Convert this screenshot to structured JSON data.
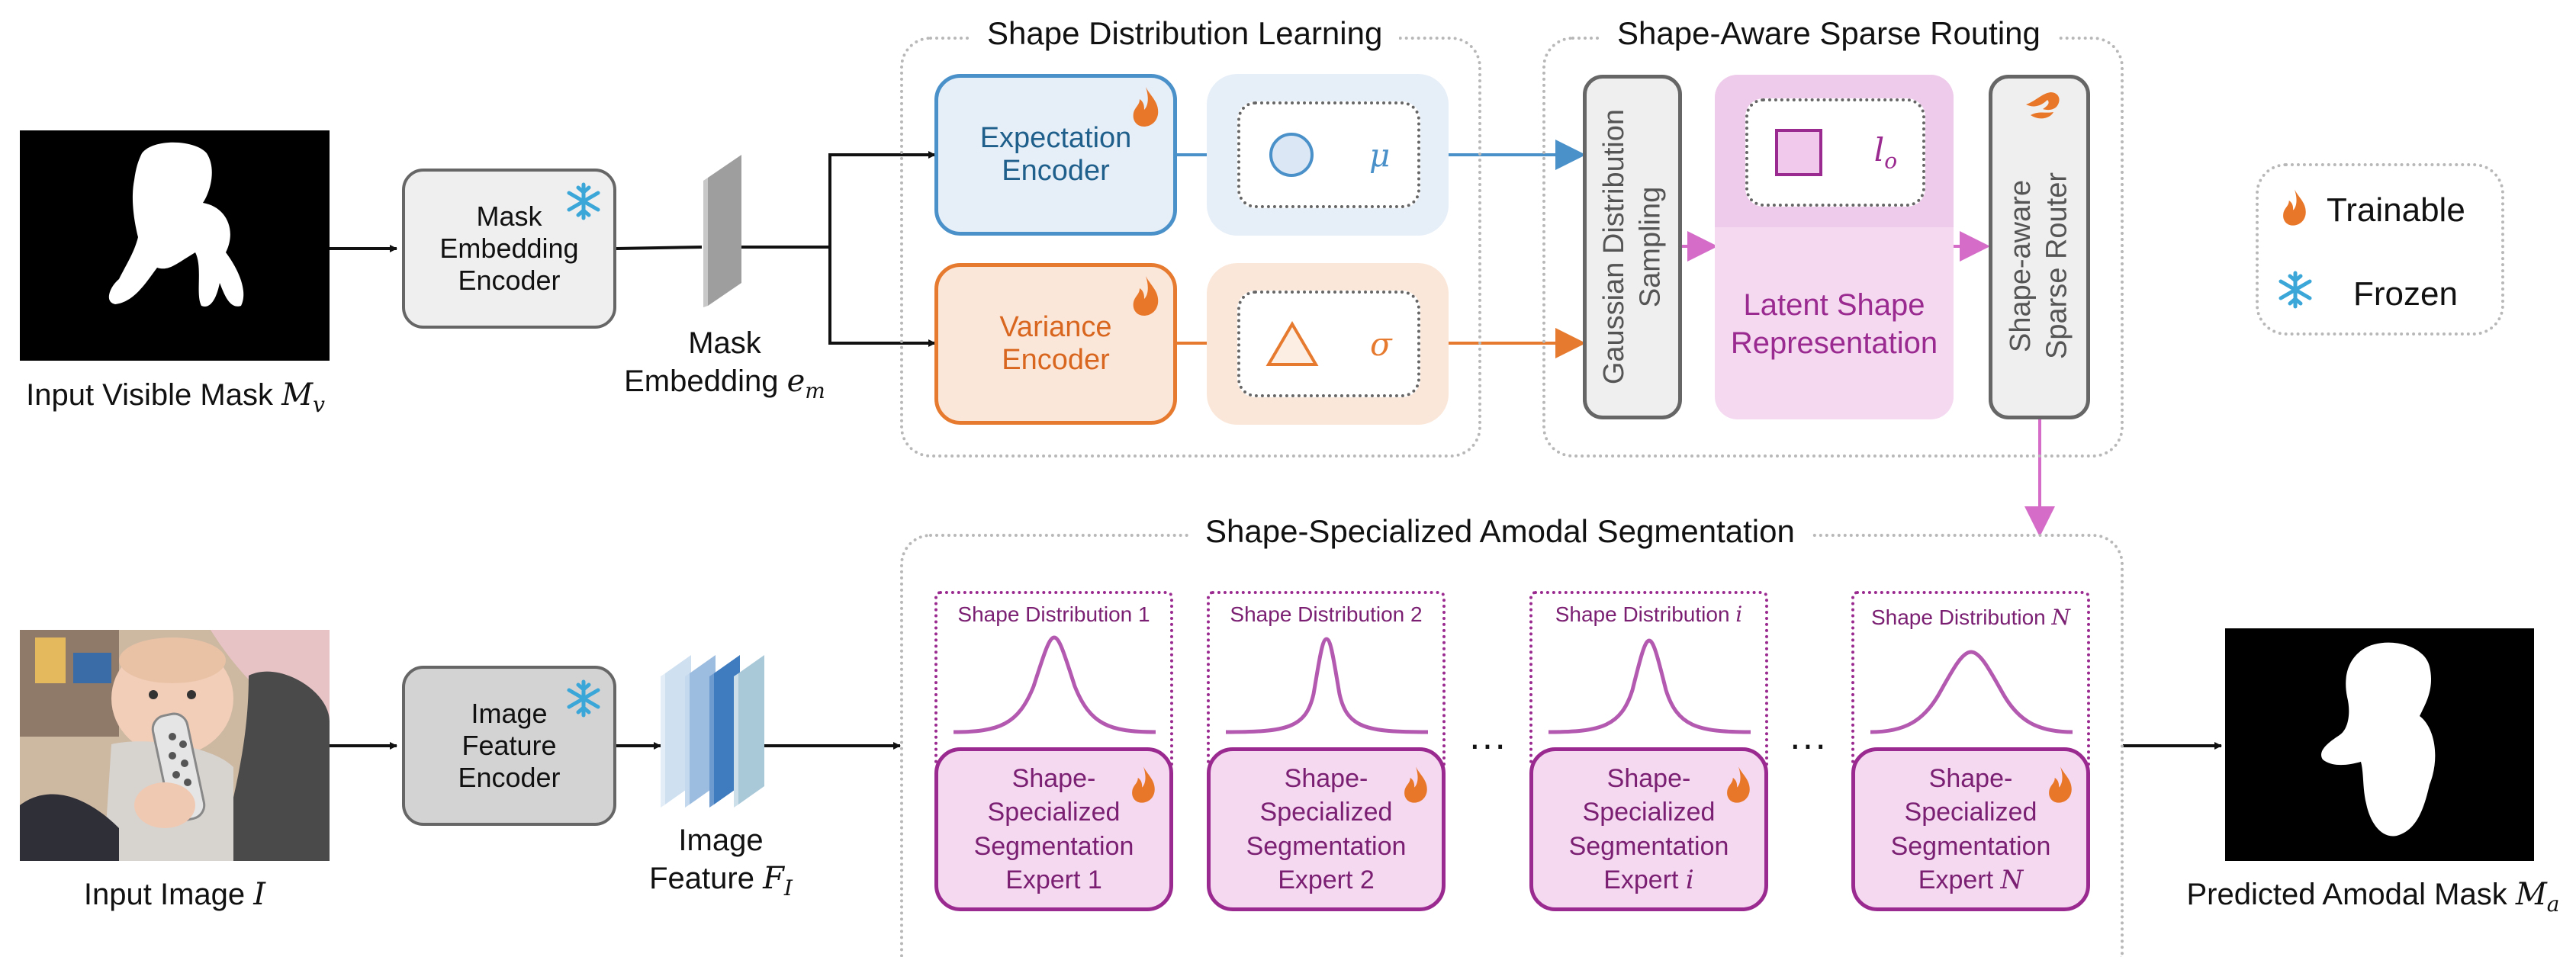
{
  "colors": {
    "blue": "#4a90c9",
    "blue_text": "#1f5f8b",
    "blue_fill": "#e6eef8",
    "orange": "#e67a2e",
    "orange_text": "#d9661f",
    "orange_fill": "#fbe7d9",
    "purple": "#9a2a8f",
    "purple_fill": "#f4d9f1",
    "pink_arrow": "#d46cc8",
    "grey_box": "#efefef",
    "grey_stroke": "#555555",
    "dash": "#b8b8b8"
  },
  "inputs": {
    "visible_mask_label": "Input Visible Mask",
    "visible_mask_symbol": "M",
    "visible_mask_sub": "v",
    "image_label": "Input Image",
    "image_symbol": "I"
  },
  "mask_encoder": {
    "lines": [
      "Mask",
      "Embedding",
      "Encoder"
    ],
    "status_icon": "snowflake-icon"
  },
  "mask_embedding": {
    "line1": "Mask",
    "line2": "Embedding",
    "symbol": "e",
    "sub": "m"
  },
  "image_encoder": {
    "lines": [
      "Image",
      "Feature",
      "Encoder"
    ],
    "status_icon": "snowflake-icon"
  },
  "image_feature": {
    "line1": "Image",
    "line2": "Feature",
    "symbol": "F",
    "sub": "I"
  },
  "shape_distribution_learning": {
    "title": "Shape Distribution Learning",
    "expectation_encoder": [
      "Expectation",
      "Encoder"
    ],
    "variance_encoder": [
      "Variance",
      "Encoder"
    ],
    "mu_symbol": "μ",
    "sigma_symbol": "σ"
  },
  "shape_aware_sparse_routing": {
    "title": "Shape-Aware Sparse Routing",
    "sampling": [
      "Gaussian Distribution",
      "Sampling"
    ],
    "latent_symbol": "l",
    "latent_sub": "o",
    "latent_label": [
      "Latent Shape",
      "Representation"
    ],
    "router": [
      "Shape-aware",
      "Sparse Router"
    ]
  },
  "legend": {
    "trainable": "Trainable",
    "frozen": "Frozen"
  },
  "segmentation": {
    "title": "Shape-Specialized Amodal Segmentation",
    "ellipsis": "···",
    "experts": [
      {
        "dist_label": "Shape Distribution 1",
        "lines": [
          "Shape-",
          "Specialized",
          "Segmentation",
          "Expert 1"
        ]
      },
      {
        "dist_label": "Shape Distribution 2",
        "lines": [
          "Shape-",
          "Specialized",
          "Segmentation",
          "Expert 2"
        ]
      },
      {
        "dist_label": "Shape Distribution ",
        "dist_var": "i",
        "lines": [
          "Shape-",
          "Specialized",
          "Segmentation",
          "Expert "
        ],
        "expert_var": "i"
      },
      {
        "dist_label": "Shape Distribution ",
        "dist_var": "N",
        "lines": [
          "Shape-",
          "Specialized",
          "Segmentation",
          "Expert "
        ],
        "expert_var": "N"
      }
    ]
  },
  "output": {
    "label": "Predicted Amodal Mask",
    "symbol": "M",
    "sub": "a"
  }
}
